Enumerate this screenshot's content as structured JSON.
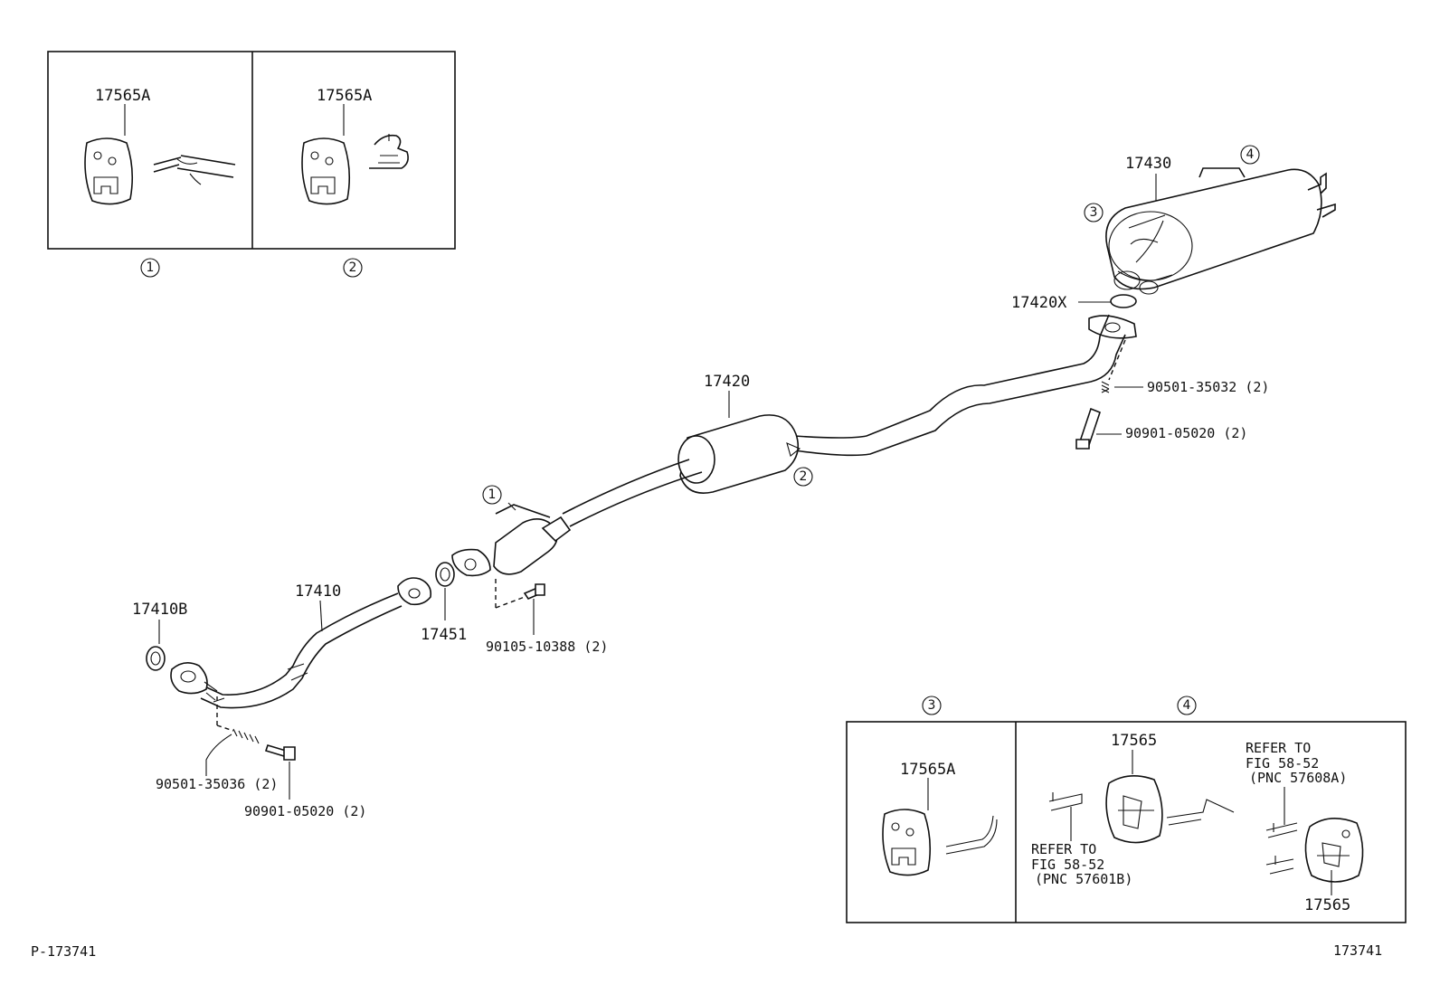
{
  "figure": {
    "ref_left": "P-173741",
    "ref_right": "173741"
  },
  "insets": {
    "top": {
      "panel1": {
        "marker": "1",
        "part": "17565A"
      },
      "panel2": {
        "marker": "2",
        "part": "17565A"
      }
    },
    "bottom": {
      "panel3": {
        "marker": "3",
        "part": "17565A"
      },
      "panel4": {
        "marker": "4",
        "part_upper": "17565",
        "part_lower": "17565",
        "refer_a": [
          "REFER TO",
          "FIG 58-52",
          "(PNC 57601B)"
        ],
        "refer_b": [
          "REFER TO",
          "FIG 58-52",
          "(PNC 57608A)"
        ]
      }
    }
  },
  "parts": {
    "p17430": "17430",
    "p17420X": "17420X",
    "p90501_35032": "90501-35032 (2)",
    "p90901_05020_upper": "90901-05020 (2)",
    "p17420": "17420",
    "p17410B": "17410B",
    "p17410": "17410",
    "p17451": "17451",
    "p90105_10388": "90105-10388 (2)",
    "p90501_35036": "90501-35036 (2)",
    "p90901_05020_lower": "90901-05020 (2)"
  },
  "markers": {
    "m1": "1",
    "m2": "2",
    "m3": "3",
    "m4": "4"
  }
}
